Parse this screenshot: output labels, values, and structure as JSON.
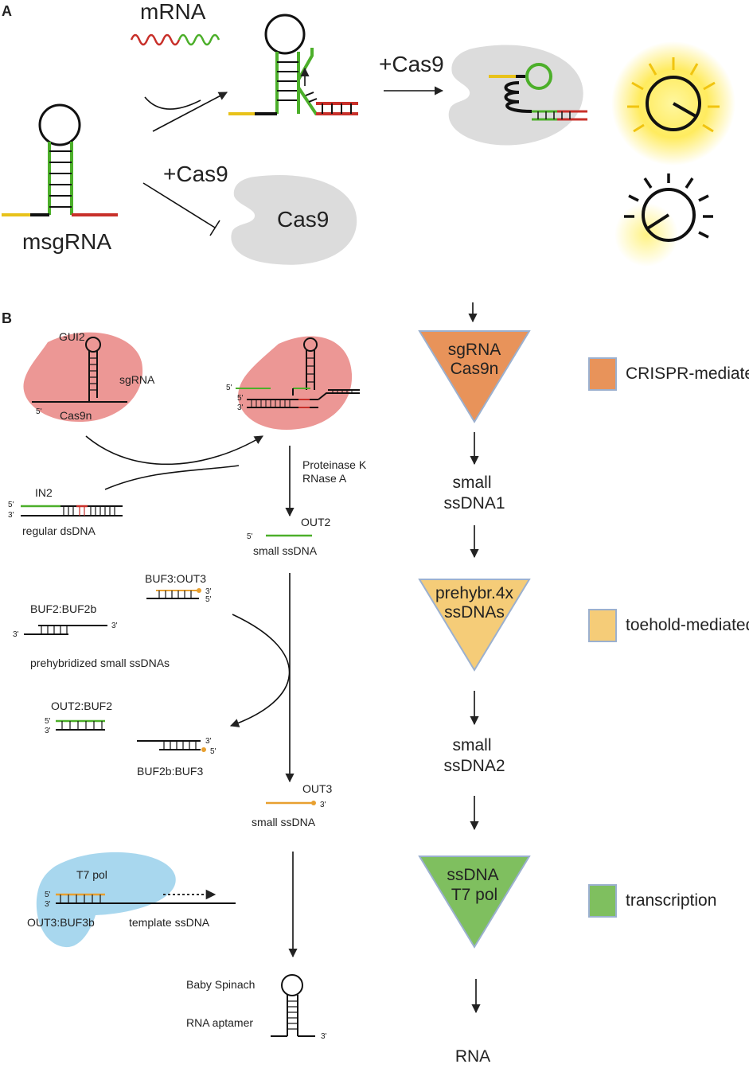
{
  "panel_a": {
    "label": "A",
    "mrna_label": "mRNA",
    "msgrna_label": "msgRNA",
    "plus_cas9_top": "+Cas9",
    "plus_cas9_bottom": "+Cas9",
    "cas9_label": "Cas9"
  },
  "panel_b": {
    "label": "B",
    "gui2": "GUI2",
    "sgrna": "sgRNA",
    "cas9n": "Cas9n",
    "five_prime": "5'",
    "three_prime": "3'",
    "in2": "IN2",
    "regular_dsdna": "regular dsDNA",
    "proteinase": "Proteinase K",
    "rnase": "RNase A",
    "out2": "OUT2",
    "small_ssdna_1": "small ssDNA",
    "buf3_out3": "BUF3:OUT3",
    "buf2_buf2b": "BUF2:BUF2b",
    "prehybridized": "prehybridized small ssDNAs",
    "out2_buf2": "OUT2:BUF2",
    "buf2b_buf3": "BUF2b:BUF3",
    "out3": "OUT3",
    "small_ssdna_2": "small ssDNA",
    "t7pol": "T7 pol",
    "out3_buf3b": "OUT3:BUF3b",
    "template": "template ssDNA",
    "baby_spinach": "Baby Spinach",
    "rna_aptamer": "RNA aptamer"
  },
  "flow": {
    "tri1_line1": "sgRNA",
    "tri1_line2": "Cas9n",
    "node1_line1": "small",
    "node1_line2": "ssDNA1",
    "tri2_line1": "prehybr.4x",
    "tri2_line2": "ssDNAs",
    "node2_line1": "small",
    "node2_line2": "ssDNA2",
    "tri3_line1": "ssDNA",
    "tri3_line2": "T7 pol",
    "node3": "RNA"
  },
  "legend": {
    "items": [
      {
        "label": "CRISPR-mediated",
        "color": "#e8935a"
      },
      {
        "label": "toehold-mediated",
        "color": "#f5cc78"
      },
      {
        "label": "transcription",
        "color": "#7fbf5f"
      }
    ]
  },
  "colors": {
    "green_strand": "#4caf2a",
    "red_strand": "#c8302a",
    "yellow_strand": "#e8c21a",
    "orange_strand": "#e8a030",
    "cas9_gray": "#dcdcdc",
    "cas9n_pink": "#e98582",
    "t7_blue": "#9fd3ec",
    "tri_orange": "#e8935a",
    "tri_yellow": "#f5cc78",
    "tri_green": "#7fbf5f",
    "glow_yellow": "#ffe400"
  }
}
